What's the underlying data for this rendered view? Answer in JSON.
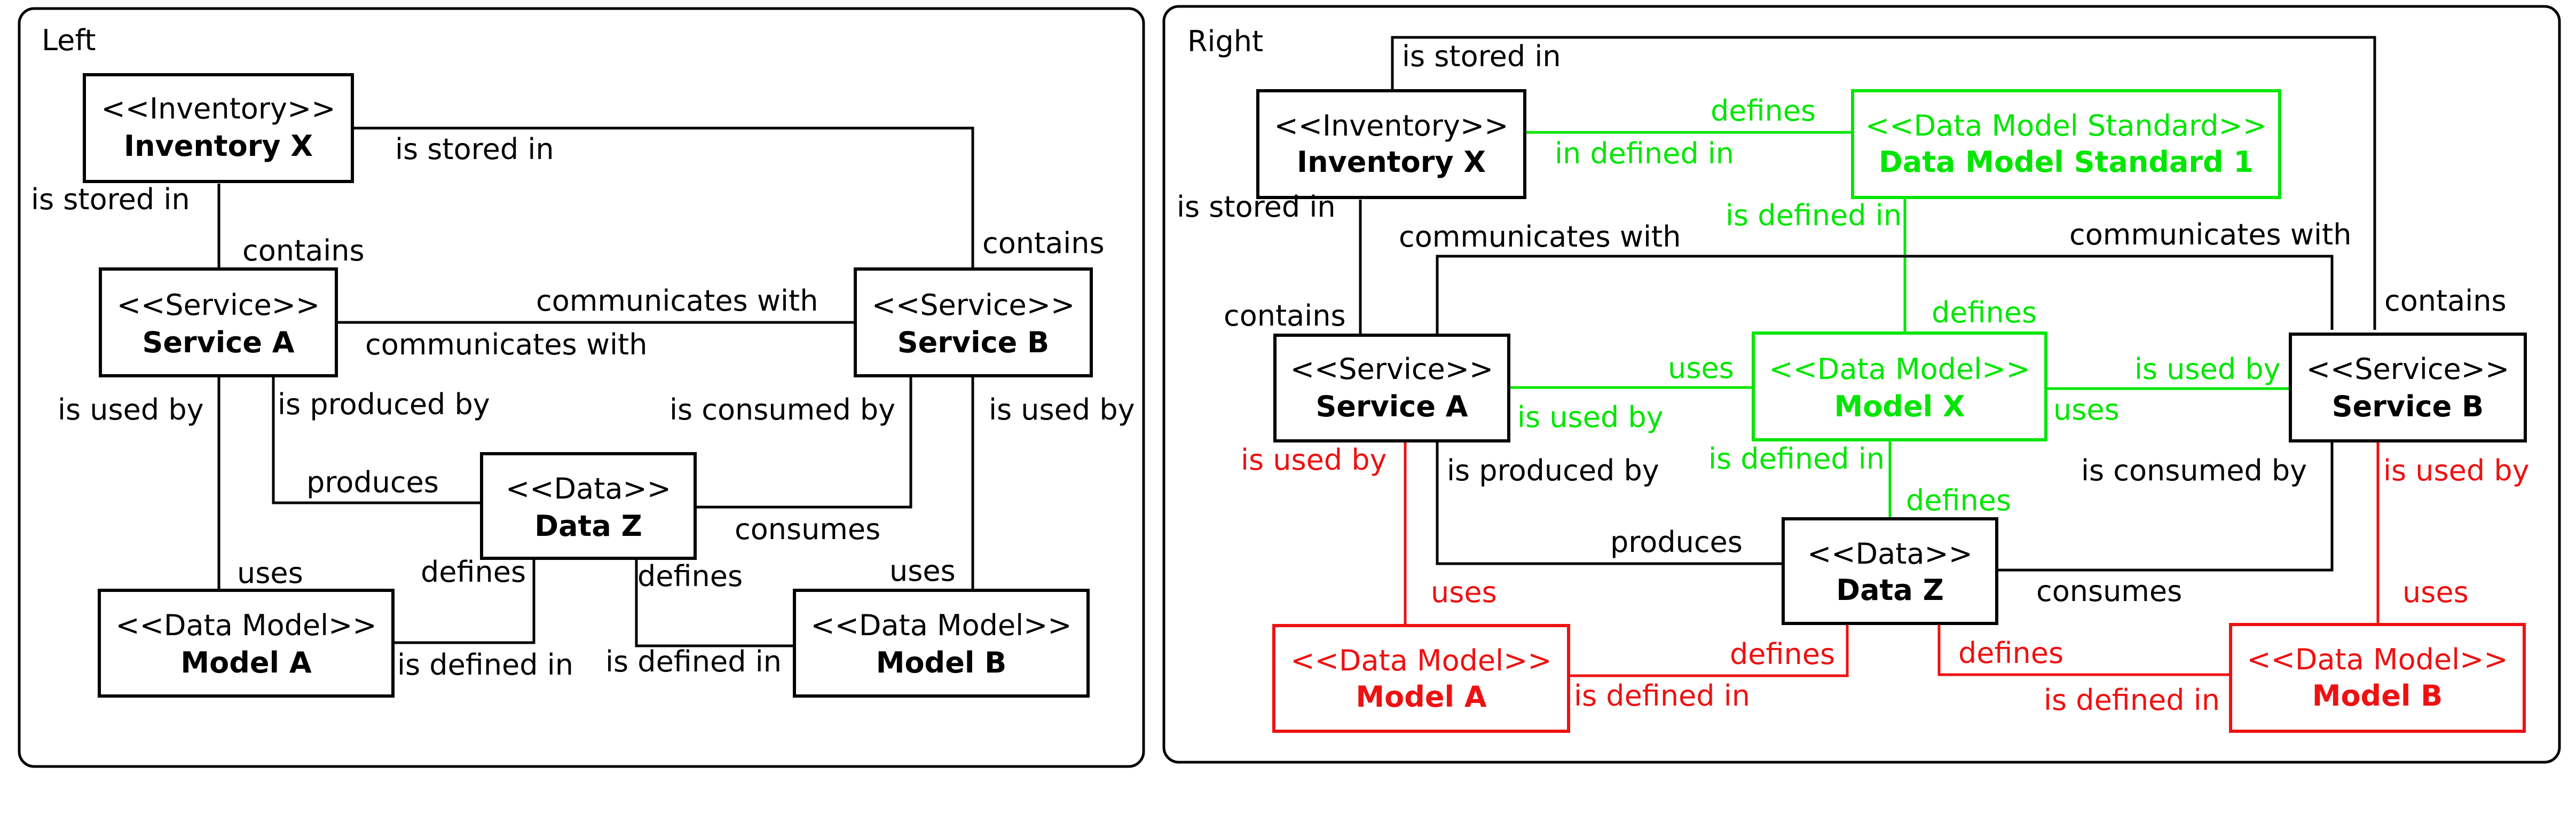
{
  "colors": {
    "black": "#000000",
    "green": "#00e600",
    "red": "#ee1111"
  },
  "left": {
    "title": "Left",
    "nodes": {
      "inventory": {
        "stereotype": "<<Inventory>>",
        "name": "Inventory X"
      },
      "service_a": {
        "stereotype": "<<Service>>",
        "name": "Service A"
      },
      "service_b": {
        "stereotype": "<<Service>>",
        "name": "Service B"
      },
      "data_z": {
        "stereotype": "<<Data>>",
        "name": "Data Z"
      },
      "model_a": {
        "stereotype": "<<Data Model>>",
        "name": "Model A"
      },
      "model_b": {
        "stereotype": "<<Data Model>>",
        "name": "Model B"
      }
    },
    "labels": {
      "inv_stored_in_right": "is stored in",
      "inv_stored_in_left": "is stored in",
      "svc_a_contains": "contains",
      "svc_b_contains": "contains",
      "comm_top": "communicates with",
      "comm_bottom": "communicates with",
      "svc_a_used_by": "is used by",
      "svc_a_produced_by": "is produced by",
      "svc_b_consumed_by": "is consumed by",
      "svc_b_used_by": "is used by",
      "produces": "produces",
      "consumes": "consumes",
      "model_a_uses": "uses",
      "model_b_uses": "uses",
      "data_defines_left": "defines",
      "data_defines_right": "defines",
      "model_a_defined_in": "is defined in",
      "model_b_defined_in": "is defined in"
    }
  },
  "right": {
    "title": "Right",
    "nodes": {
      "inventory": {
        "stereotype": "<<Inventory>>",
        "name": "Inventory X"
      },
      "standard": {
        "stereotype": "<<Data Model Standard>>",
        "name": "Data Model Standard 1"
      },
      "service_a": {
        "stereotype": "<<Service>>",
        "name": "Service A"
      },
      "model_x": {
        "stereotype": "<<Data Model>>",
        "name": "Model X"
      },
      "service_b": {
        "stereotype": "<<Service>>",
        "name": "Service B"
      },
      "data_z": {
        "stereotype": "<<Data>>",
        "name": "Data Z"
      },
      "model_a": {
        "stereotype": "<<Data Model>>",
        "name": "Model A"
      },
      "model_b": {
        "stereotype": "<<Data Model>>",
        "name": "Model B"
      }
    },
    "labels": {
      "inv_stored_in_top": "is stored in",
      "inv_stored_in_left": "is stored in",
      "svc_a_contains": "contains",
      "svc_b_contains": "contains",
      "std_defines": "defines",
      "inv_defined_in": "in defined in",
      "std_is_defined_in": "is defined in",
      "mx_defines_top": "defines",
      "comm_left": "communicates with",
      "comm_right": "communicates with",
      "svc_a_uses": "uses",
      "svc_a_used_by": "is used by",
      "svc_b_is_used_by": "is used by",
      "svc_b_uses": "uses",
      "mx_is_defined_in": "is defined in",
      "mx_defines_bottom": "defines",
      "svc_a_red_used_by": "is used by",
      "svc_a_produced_by": "is produced by",
      "svc_b_consumed_by": "is consumed by",
      "svc_b_red_used_by": "is used by",
      "produces": "produces",
      "consumes": "consumes",
      "model_a_uses": "uses",
      "model_b_uses": "uses",
      "data_defines_left": "defines",
      "data_defines_right": "defines",
      "model_a_defined_in": "is defined in",
      "model_b_defined_in": "is defined in"
    }
  }
}
